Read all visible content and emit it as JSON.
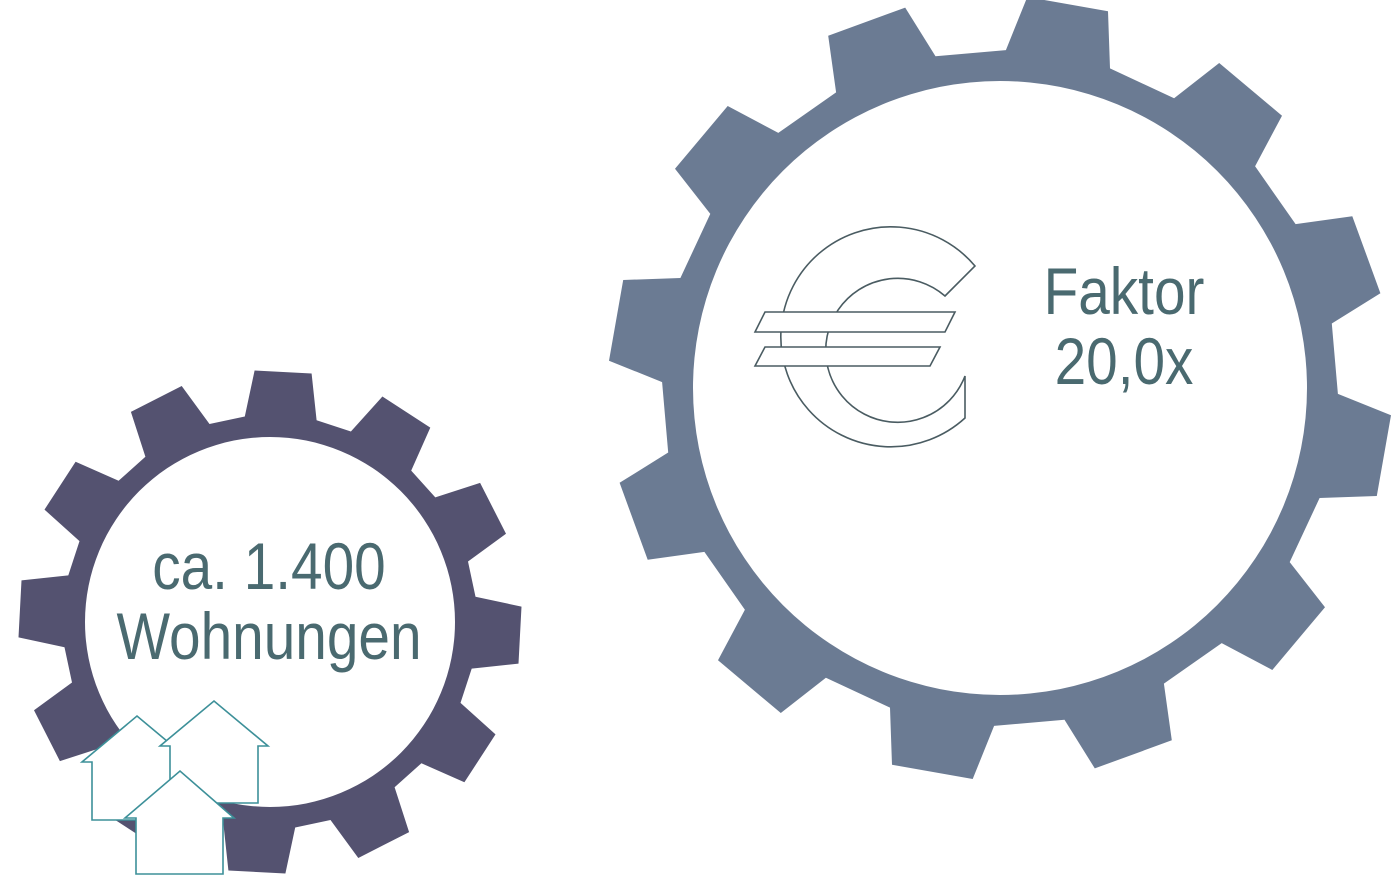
{
  "small_gear": {
    "line1": "ca. 1.400",
    "line2": "Wohnungen",
    "color": "#545270",
    "icon": "houses-icon",
    "icon_color": "#3d9099"
  },
  "large_gear": {
    "line1": "Faktor",
    "line2": "20,0x",
    "color": "#6b7b93",
    "icon": "euro-icon",
    "icon_color": "#4a5c62"
  },
  "text_color": "#4a6a70",
  "background": "#ffffff"
}
